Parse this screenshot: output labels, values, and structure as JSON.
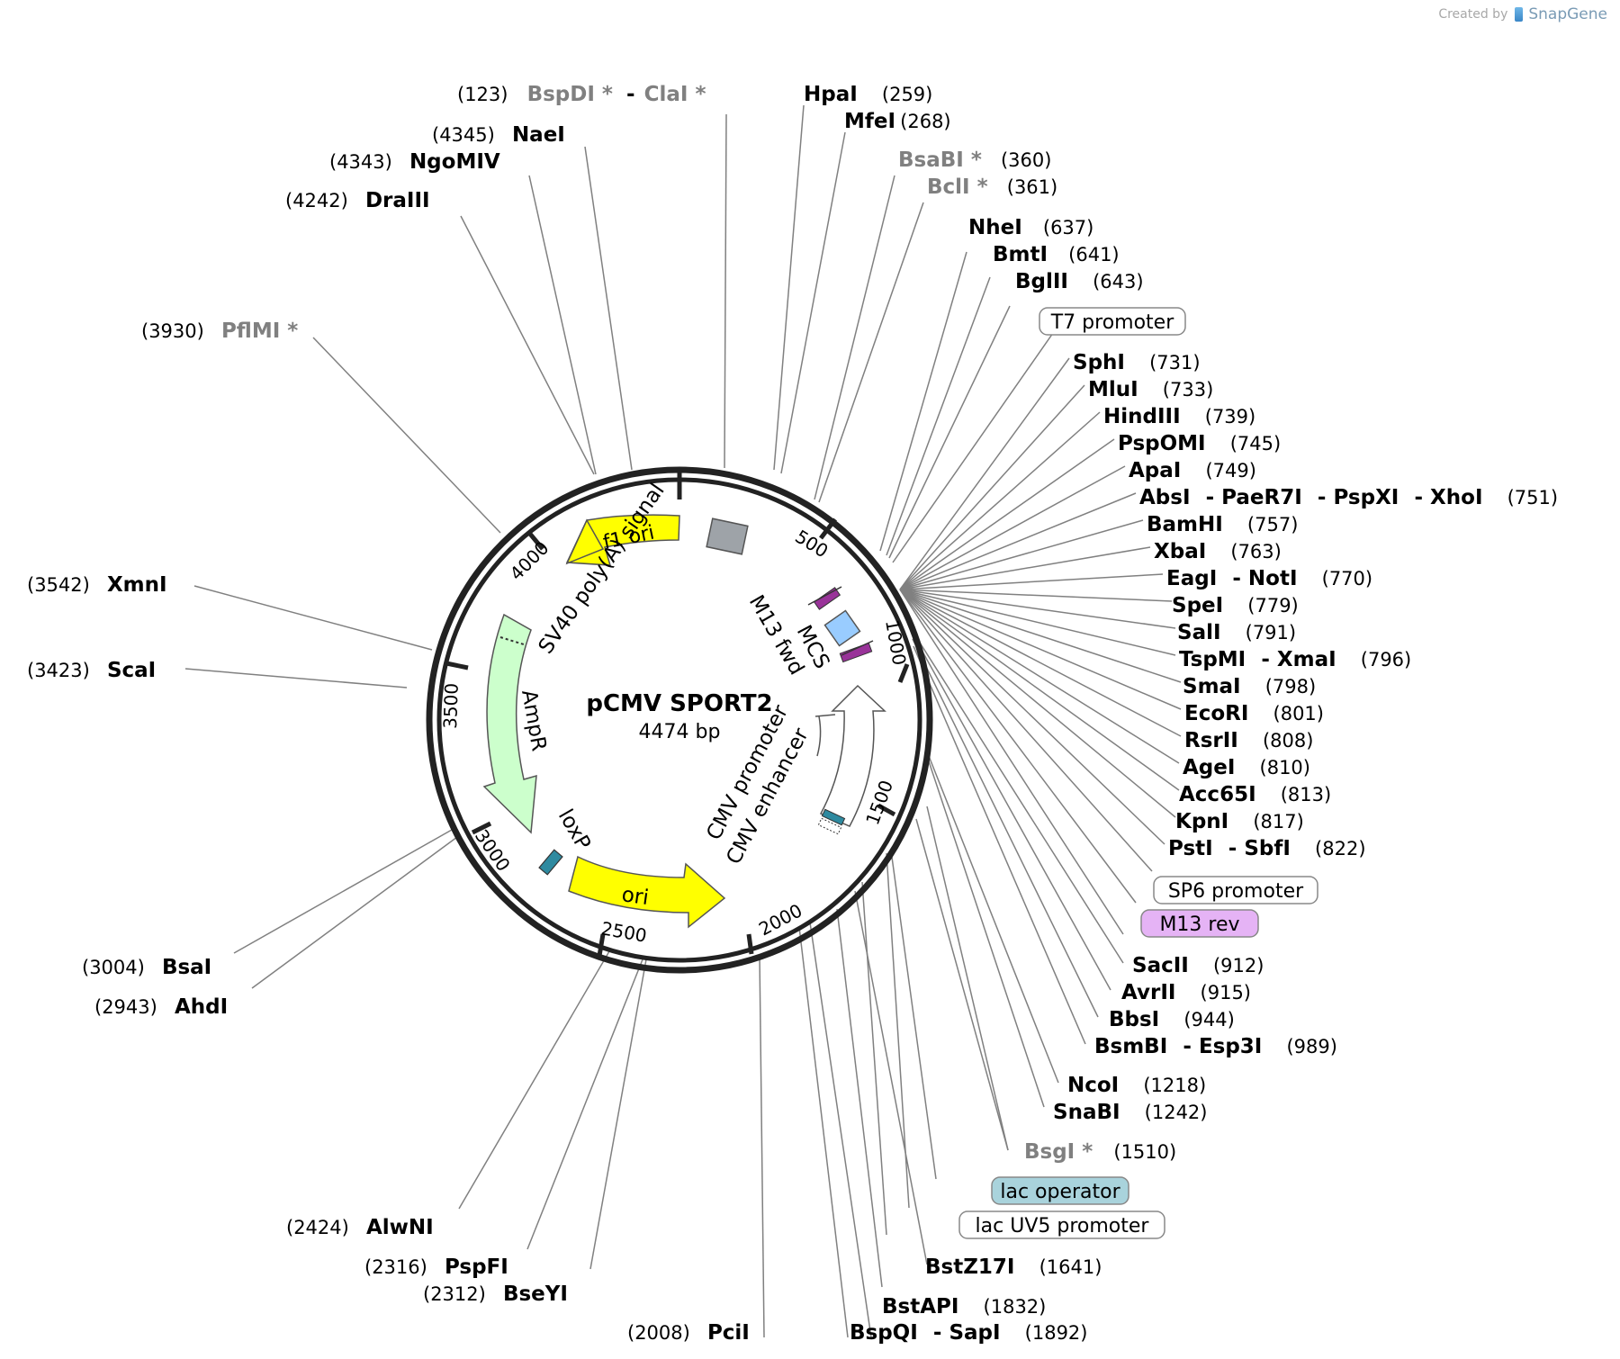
{
  "credit": {
    "prefix": "Created by",
    "brand": "SnapGene"
  },
  "plasmid": {
    "name": "pCMV SPORT2",
    "size": "4474 bp"
  },
  "ticks": [
    "500",
    "1000",
    "1500",
    "2000",
    "2500",
    "3000",
    "3500",
    "4000"
  ],
  "features": {
    "f1_ori": "f1 ori",
    "sv40": "SV40 poly(A) signal",
    "ampr": "AmpR",
    "loxp": "loxP",
    "ori": "ori",
    "cmv_promoter": "CMV promoter",
    "cmv_enhancer": "CMV enhancer",
    "m13_fwd": "M13 fwd",
    "mcs": "MCS"
  },
  "boxed_labels": {
    "t7": "T7 promoter",
    "sp6": "SP6 promoter",
    "m13rev": "M13 rev",
    "lacop": "lac operator",
    "lacuv5": "lac UV5 promoter"
  },
  "site_labels": [
    {
      "name": "BspDI *",
      "name2": "ClaI *",
      "pos": "(123)",
      "gray": true
    },
    {
      "name": "NaeI",
      "pos": "(4345)"
    },
    {
      "name": "NgoMIV",
      "pos": "(4343)"
    },
    {
      "name": "DraIII",
      "pos": "(4242)"
    },
    {
      "name": "PflMI *",
      "pos": "(3930)",
      "gray": true
    },
    {
      "name": "XmnI",
      "pos": "(3542)"
    },
    {
      "name": "ScaI",
      "pos": "(3423)"
    },
    {
      "name": "BsaI",
      "pos": "(3004)"
    },
    {
      "name": "AhdI",
      "pos": "(2943)"
    },
    {
      "name": "AlwNI",
      "pos": "(2424)"
    },
    {
      "name": "PspFI",
      "pos": "(2316)"
    },
    {
      "name": "BseYI",
      "pos": "(2312)"
    },
    {
      "name": "PciI",
      "pos": "(2008)"
    },
    {
      "name": "HpaI",
      "pos": "(259)"
    },
    {
      "name": "MfeI",
      "pos": "(268)"
    },
    {
      "name": "BsaBI *",
      "pos": "(360)",
      "gray": true
    },
    {
      "name": "BclI *",
      "pos": "(361)",
      "gray": true
    },
    {
      "name": "NheI",
      "pos": "(637)"
    },
    {
      "name": "BmtI",
      "pos": "(641)"
    },
    {
      "name": "BglII",
      "pos": "(643)"
    },
    {
      "name": "SphI",
      "pos": "(731)"
    },
    {
      "name": "MluI",
      "pos": "(733)"
    },
    {
      "name": "HindIII",
      "pos": "(739)"
    },
    {
      "name": "PspOMI",
      "pos": "(745)"
    },
    {
      "name": "ApaI",
      "pos": "(749)"
    },
    {
      "name": "AbsI",
      "name2": "PaeR7I",
      "name3": "PspXI",
      "name4": "XhoI",
      "pos": "(751)"
    },
    {
      "name": "BamHI",
      "pos": "(757)"
    },
    {
      "name": "XbaI",
      "pos": "(763)"
    },
    {
      "name": "EagI",
      "name2": "NotI",
      "pos": "(770)"
    },
    {
      "name": "SpeI",
      "pos": "(779)"
    },
    {
      "name": "SalI",
      "pos": "(791)"
    },
    {
      "name": "TspMI",
      "name2": "XmaI",
      "pos": "(796)"
    },
    {
      "name": "SmaI",
      "pos": "(798)"
    },
    {
      "name": "EcoRI",
      "pos": "(801)"
    },
    {
      "name": "RsrII",
      "pos": "(808)"
    },
    {
      "name": "AgeI",
      "pos": "(810)"
    },
    {
      "name": "Acc65I",
      "pos": "(813)"
    },
    {
      "name": "KpnI",
      "pos": "(817)"
    },
    {
      "name": "PstI",
      "name2": "SbfI",
      "pos": "(822)"
    },
    {
      "name": "SacII",
      "pos": "(912)"
    },
    {
      "name": "AvrII",
      "pos": "(915)"
    },
    {
      "name": "BbsI",
      "pos": "(944)"
    },
    {
      "name": "BsmBI",
      "name2": "Esp3I",
      "pos": "(989)"
    },
    {
      "name": "NcoI",
      "pos": "(1218)"
    },
    {
      "name": "SnaBI",
      "pos": "(1242)"
    },
    {
      "name": "BsgI *",
      "pos": "(1510)",
      "gray": true
    },
    {
      "name": "BstZ17I",
      "pos": "(1641)"
    },
    {
      "name": "BstAPI",
      "pos": "(1832)"
    },
    {
      "name": "BspQI",
      "name2": "SapI",
      "pos": "(1892)"
    }
  ],
  "colors": {
    "f1_ori": "#ffff00",
    "ori": "#ffff00",
    "ampr": "#ccffcc",
    "sv40": "#9ea3a8",
    "mcs": "#99ccff",
    "m13": "#993399",
    "loxp": "#2e8aa0",
    "m13rev_box": "#e5b3f5",
    "lacop_box": "#a9d3dc",
    "gray_site": "#808080"
  }
}
